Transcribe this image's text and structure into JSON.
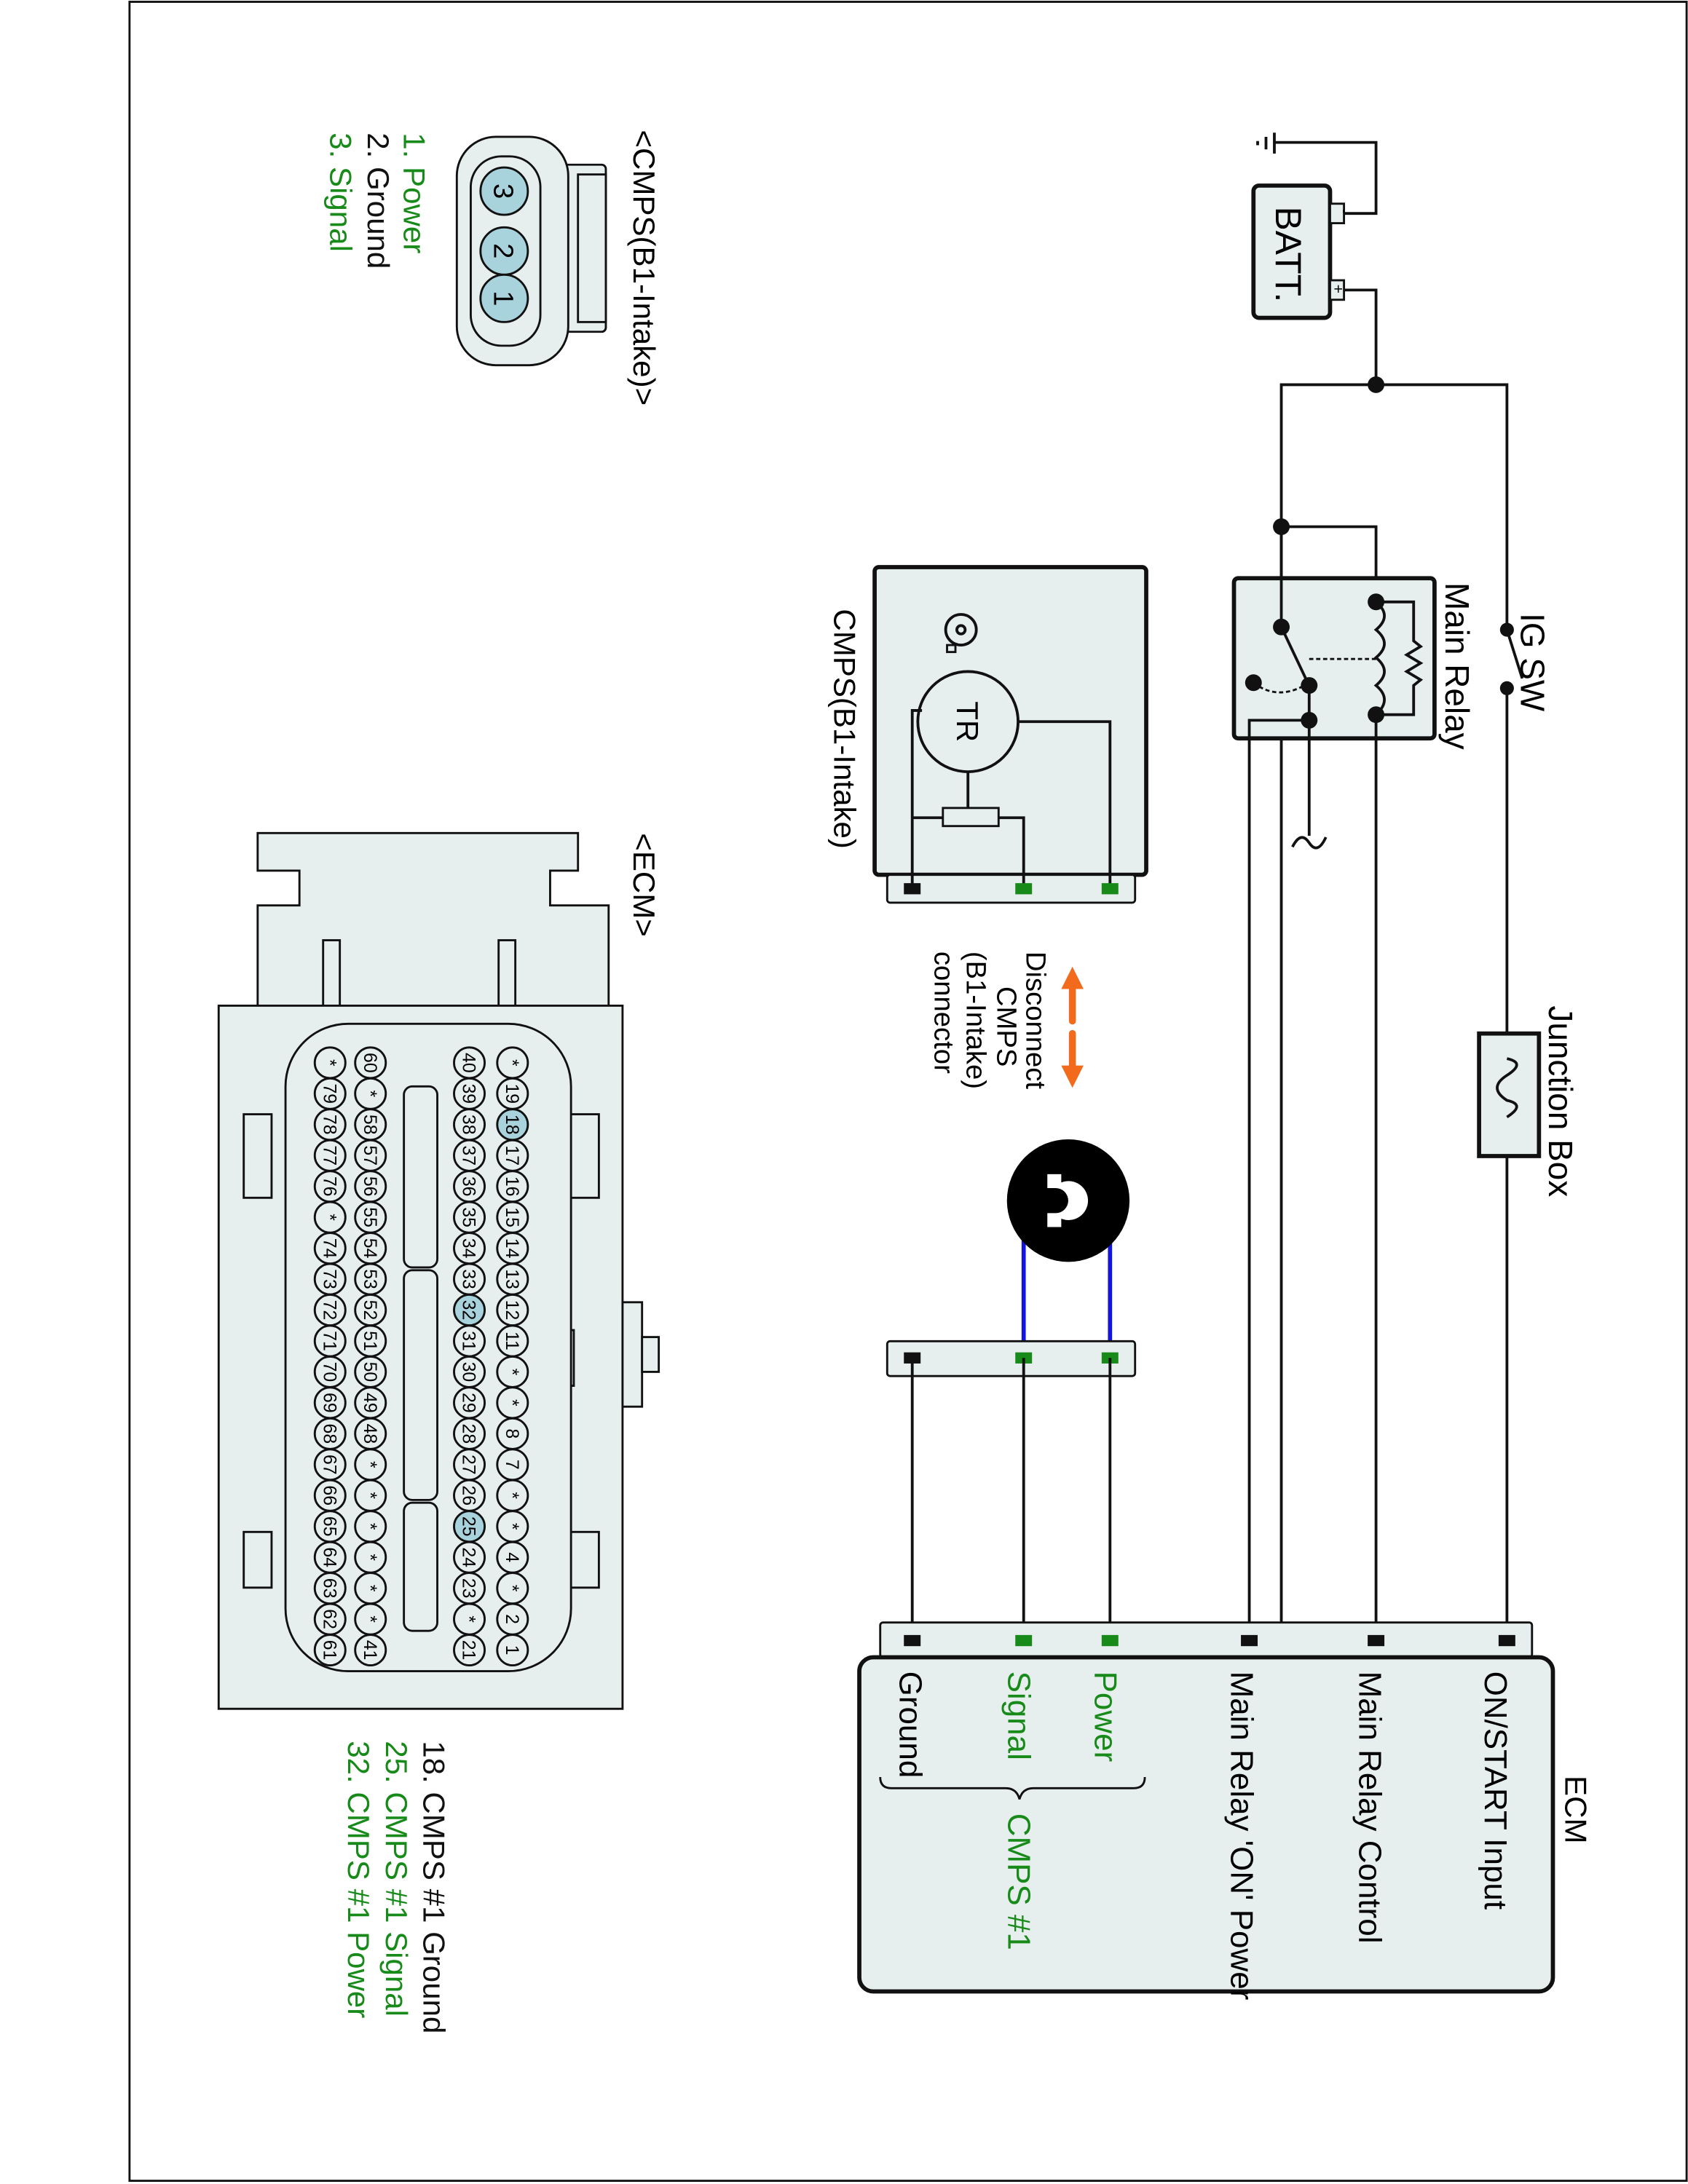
{
  "colors": {
    "green": "#178a1a",
    "black": "#111111",
    "panel": "#e6eeee",
    "pin_highlight": "#a9d3dc",
    "orange": "#f26b1d",
    "blue_wire": "#1414e0"
  },
  "power": {
    "battery_label": "BATT.",
    "ig_switch_label": "IG SW",
    "main_relay_label": "Main Relay",
    "junction_box_label": "Junction Box"
  },
  "ecm": {
    "title": "ECM",
    "terminals": [
      "ON/START Input",
      "Main Relay Control",
      "Main Relay 'ON' Power",
      "Power",
      "Signal",
      "Ground"
    ],
    "group_label": "CMPS #1"
  },
  "sensor": {
    "label": "CMPS(B1-Intake)",
    "element_label": "TR"
  },
  "disconnect": {
    "lines": [
      "Disconnect",
      "CMPS",
      "(B1-Intake)",
      "connector"
    ],
    "icon": "ohmmeter-icon"
  },
  "cmps_connector": {
    "title": "<CMPS(B1-Intake)>",
    "pins": [
      "3",
      "2",
      "1"
    ],
    "legend": [
      {
        "text": "1. Power",
        "color": "#178a1a"
      },
      {
        "text": "2. Ground",
        "color": "#111111"
      },
      {
        "text": "3. Signal",
        "color": "#178a1a"
      }
    ]
  },
  "ecm_connector": {
    "title": "<ECM>",
    "rows": [
      [
        "*",
        "19",
        "18",
        "17",
        "16",
        "15",
        "14",
        "13",
        "12",
        "11",
        "*",
        "*",
        "8",
        "7",
        "*",
        "*",
        "4",
        "*",
        "2",
        "1"
      ],
      [
        "40",
        "39",
        "38",
        "37",
        "36",
        "35",
        "34",
        "33",
        "32",
        "31",
        "30",
        "29",
        "28",
        "27",
        "26",
        "25",
        "24",
        "23",
        "*",
        "21"
      ],
      [
        "60",
        "*",
        "58",
        "57",
        "56",
        "55",
        "54",
        "53",
        "52",
        "51",
        "50",
        "49",
        "48",
        "*",
        "*",
        "*",
        "*",
        "*",
        "*",
        "41"
      ],
      [
        "*",
        "79",
        "78",
        "77",
        "76",
        "*",
        "74",
        "73",
        "72",
        "71",
        "70",
        "69",
        "68",
        "67",
        "66",
        "65",
        "64",
        "63",
        "62",
        "61"
      ]
    ],
    "highlighted_pins": [
      "18",
      "25",
      "32"
    ],
    "legend": [
      {
        "text": "18. CMPS #1 Ground",
        "color": "#111111"
      },
      {
        "text": "25. CMPS #1 Signal",
        "color": "#178a1a"
      },
      {
        "text": "32. CMPS #1 Power",
        "color": "#178a1a"
      }
    ]
  }
}
